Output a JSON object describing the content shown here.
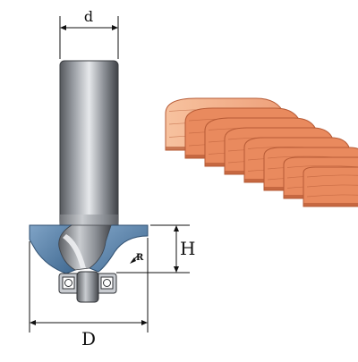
{
  "labels": {
    "shank_diameter": "d",
    "cutting_diameter": "D",
    "cutting_height": "H",
    "radius": "R"
  },
  "colors": {
    "background": "#ffffff",
    "steel_dark": "#4a4d52",
    "steel_light": "#d6d8dc",
    "carbide_blue": "#5f86ad",
    "bearing": "#8d9096",
    "wood_light": "#f6b48c",
    "wood_mid": "#e98a5e",
    "wood_dark": "#b65a35",
    "line": "#111111"
  }
}
